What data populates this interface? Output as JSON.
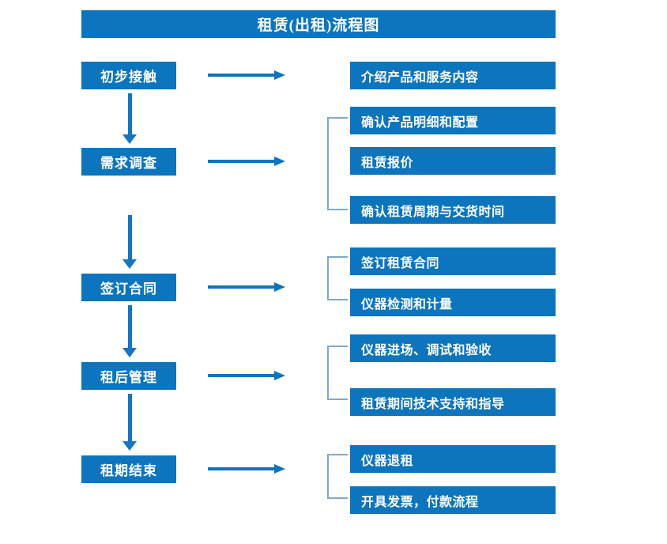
{
  "diagram": {
    "title": "租赁(出租)流程图",
    "accent_color": "#0c75bd",
    "bracket_color": "#7fa8cc",
    "text_color": "#ffffff",
    "background_color": "#ffffff"
  },
  "stages": [
    {
      "label": "初步接触"
    },
    {
      "label": "需求调查"
    },
    {
      "label": "签订合同"
    },
    {
      "label": "租后管理"
    },
    {
      "label": "租期结束"
    }
  ],
  "details": [
    {
      "label": "介绍产品和服务内容"
    },
    {
      "label": "确认产品明细和配置"
    },
    {
      "label": "租赁报价"
    },
    {
      "label": "确认租赁周期与交货时间"
    },
    {
      "label": "签订租赁合同"
    },
    {
      "label": "仪器检测和计量"
    },
    {
      "label": "仪器进场、调试和验收"
    },
    {
      "label": "租赁期间技术支持和指导"
    },
    {
      "label": "仪器退租"
    },
    {
      "label": "开具发票，付款流程"
    }
  ],
  "groups": [
    {
      "stage": "需求调查",
      "details": [
        "确认产品明细和配置",
        "租赁报价",
        "确认租赁周期与交货时间"
      ]
    },
    {
      "stage": "签订合同",
      "details": [
        "签订租赁合同",
        "仪器检测和计量"
      ]
    },
    {
      "stage": "租后管理",
      "details": [
        "仪器进场、调试和验收",
        "租赁期间技术支持和指导"
      ]
    },
    {
      "stage": "租期结束",
      "details": [
        "仪器退租",
        "开具发票，付款流程"
      ]
    }
  ],
  "flow": [
    {
      "from": "初步接触",
      "to": "需求调查"
    },
    {
      "from": "需求调查",
      "to": "签订合同"
    },
    {
      "from": "签订合同",
      "to": "租后管理"
    },
    {
      "from": "租后管理",
      "to": "租期结束"
    }
  ]
}
